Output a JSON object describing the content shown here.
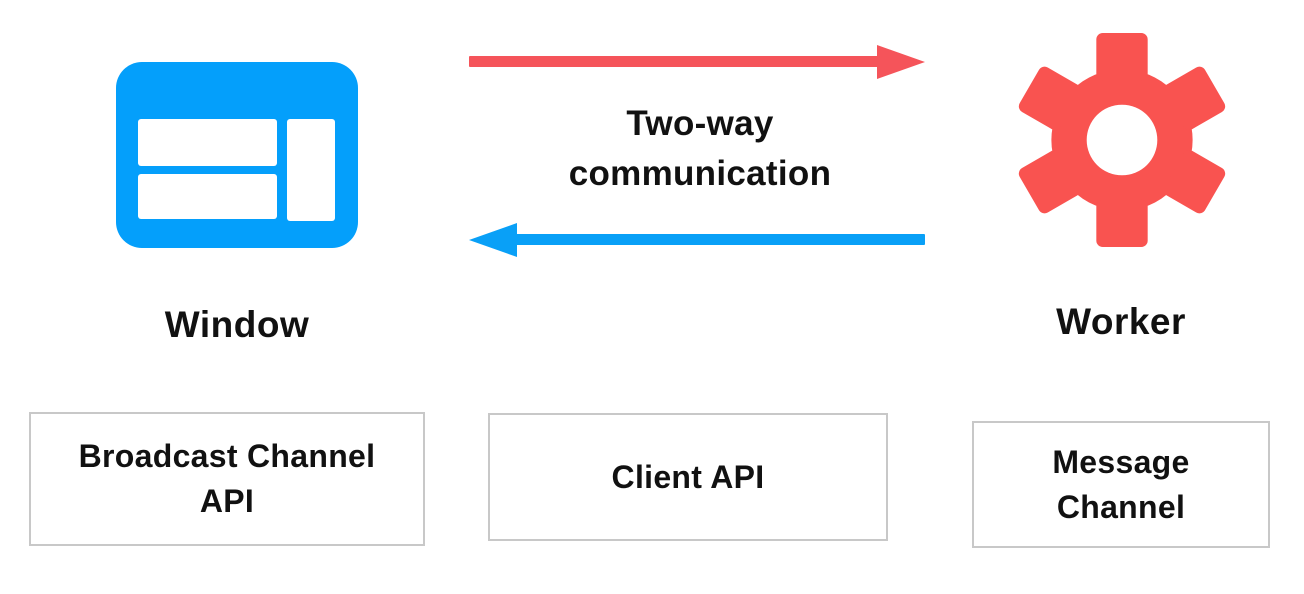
{
  "nodes": {
    "window": {
      "label": "Window",
      "icon": "browser-window-icon"
    },
    "worker": {
      "label": "Worker",
      "icon": "gear-icon"
    }
  },
  "connection": {
    "label": "Two-way communication",
    "top_arrow_direction": "left-to-right",
    "bottom_arrow_direction": "right-to-left"
  },
  "api_boxes": [
    {
      "label": "Broadcast Channel API"
    },
    {
      "label": "Client API"
    },
    {
      "label": "Message Channel"
    }
  ],
  "colors": {
    "blue": "#049FFB",
    "red": "#F95350",
    "arrow_red": "#F5545A",
    "arrow_blue": "#09A0F7",
    "border_gray": "#C8C8C8",
    "text": "#111111"
  }
}
